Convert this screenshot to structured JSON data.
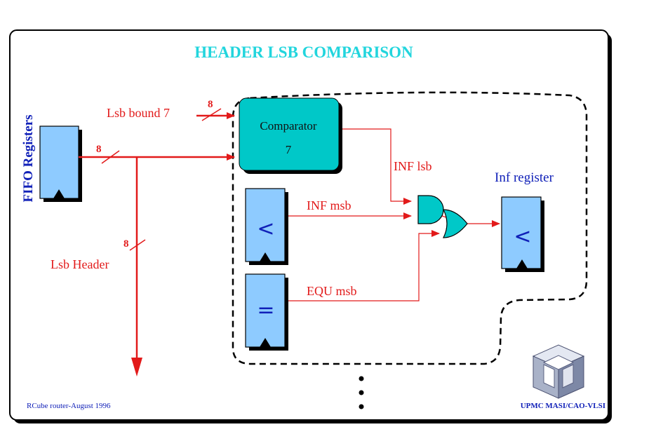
{
  "title": "HEADER LSB COMPARISON",
  "labels": {
    "fifo_registers": "FIFO Registers",
    "lsb_bound": "Lsb bound 7",
    "lsb_header": "Lsb Header",
    "inf_lsb": "INF lsb",
    "inf_msb": "INF msb",
    "equ_msb": "EQU msb",
    "inf_register": "Inf register"
  },
  "bus_widths": {
    "bound_bus": "8",
    "fifo_bus": "8",
    "header_bus": "8"
  },
  "comparator": {
    "name": "Comparator",
    "index": "7"
  },
  "registers": {
    "less_symbol": "<",
    "equal_symbol": "=",
    "inf_symbol": "<"
  },
  "footer": {
    "left": "RCube router-August 1996",
    "right": "UPMC MASI/CAO-VLSI"
  },
  "colors": {
    "title": "#22d5dd",
    "wire": "#e21a1a",
    "register_fill": "#8ecbff",
    "comparator_fill": "#00c8c8",
    "label_blue": "#1020b8"
  }
}
